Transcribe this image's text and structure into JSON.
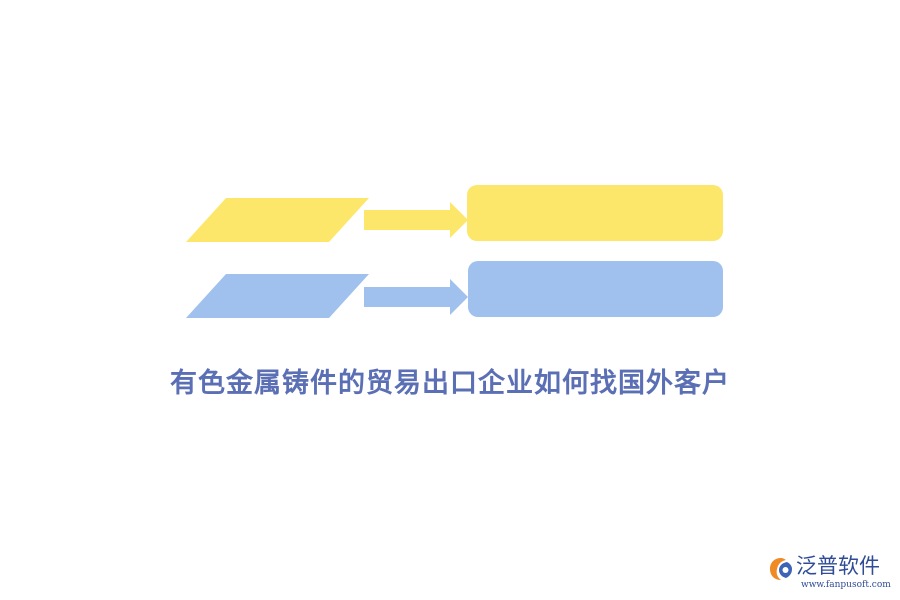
{
  "colors": {
    "yellow": "#fde76b",
    "blue": "#a0c0ee",
    "title": "#5b6fb5",
    "logo_name": "#2f4c95",
    "logo_url": "#2f4c95",
    "logo_orange": "#f08a24",
    "logo_blue": "#3c63b5"
  },
  "title": "有色金属铸件的贸易出口企业如何找国外客户",
  "logo": {
    "name": "泛普软件",
    "url": "www.fanpusoft.com",
    "icon": "fanpu-logo-icon"
  }
}
